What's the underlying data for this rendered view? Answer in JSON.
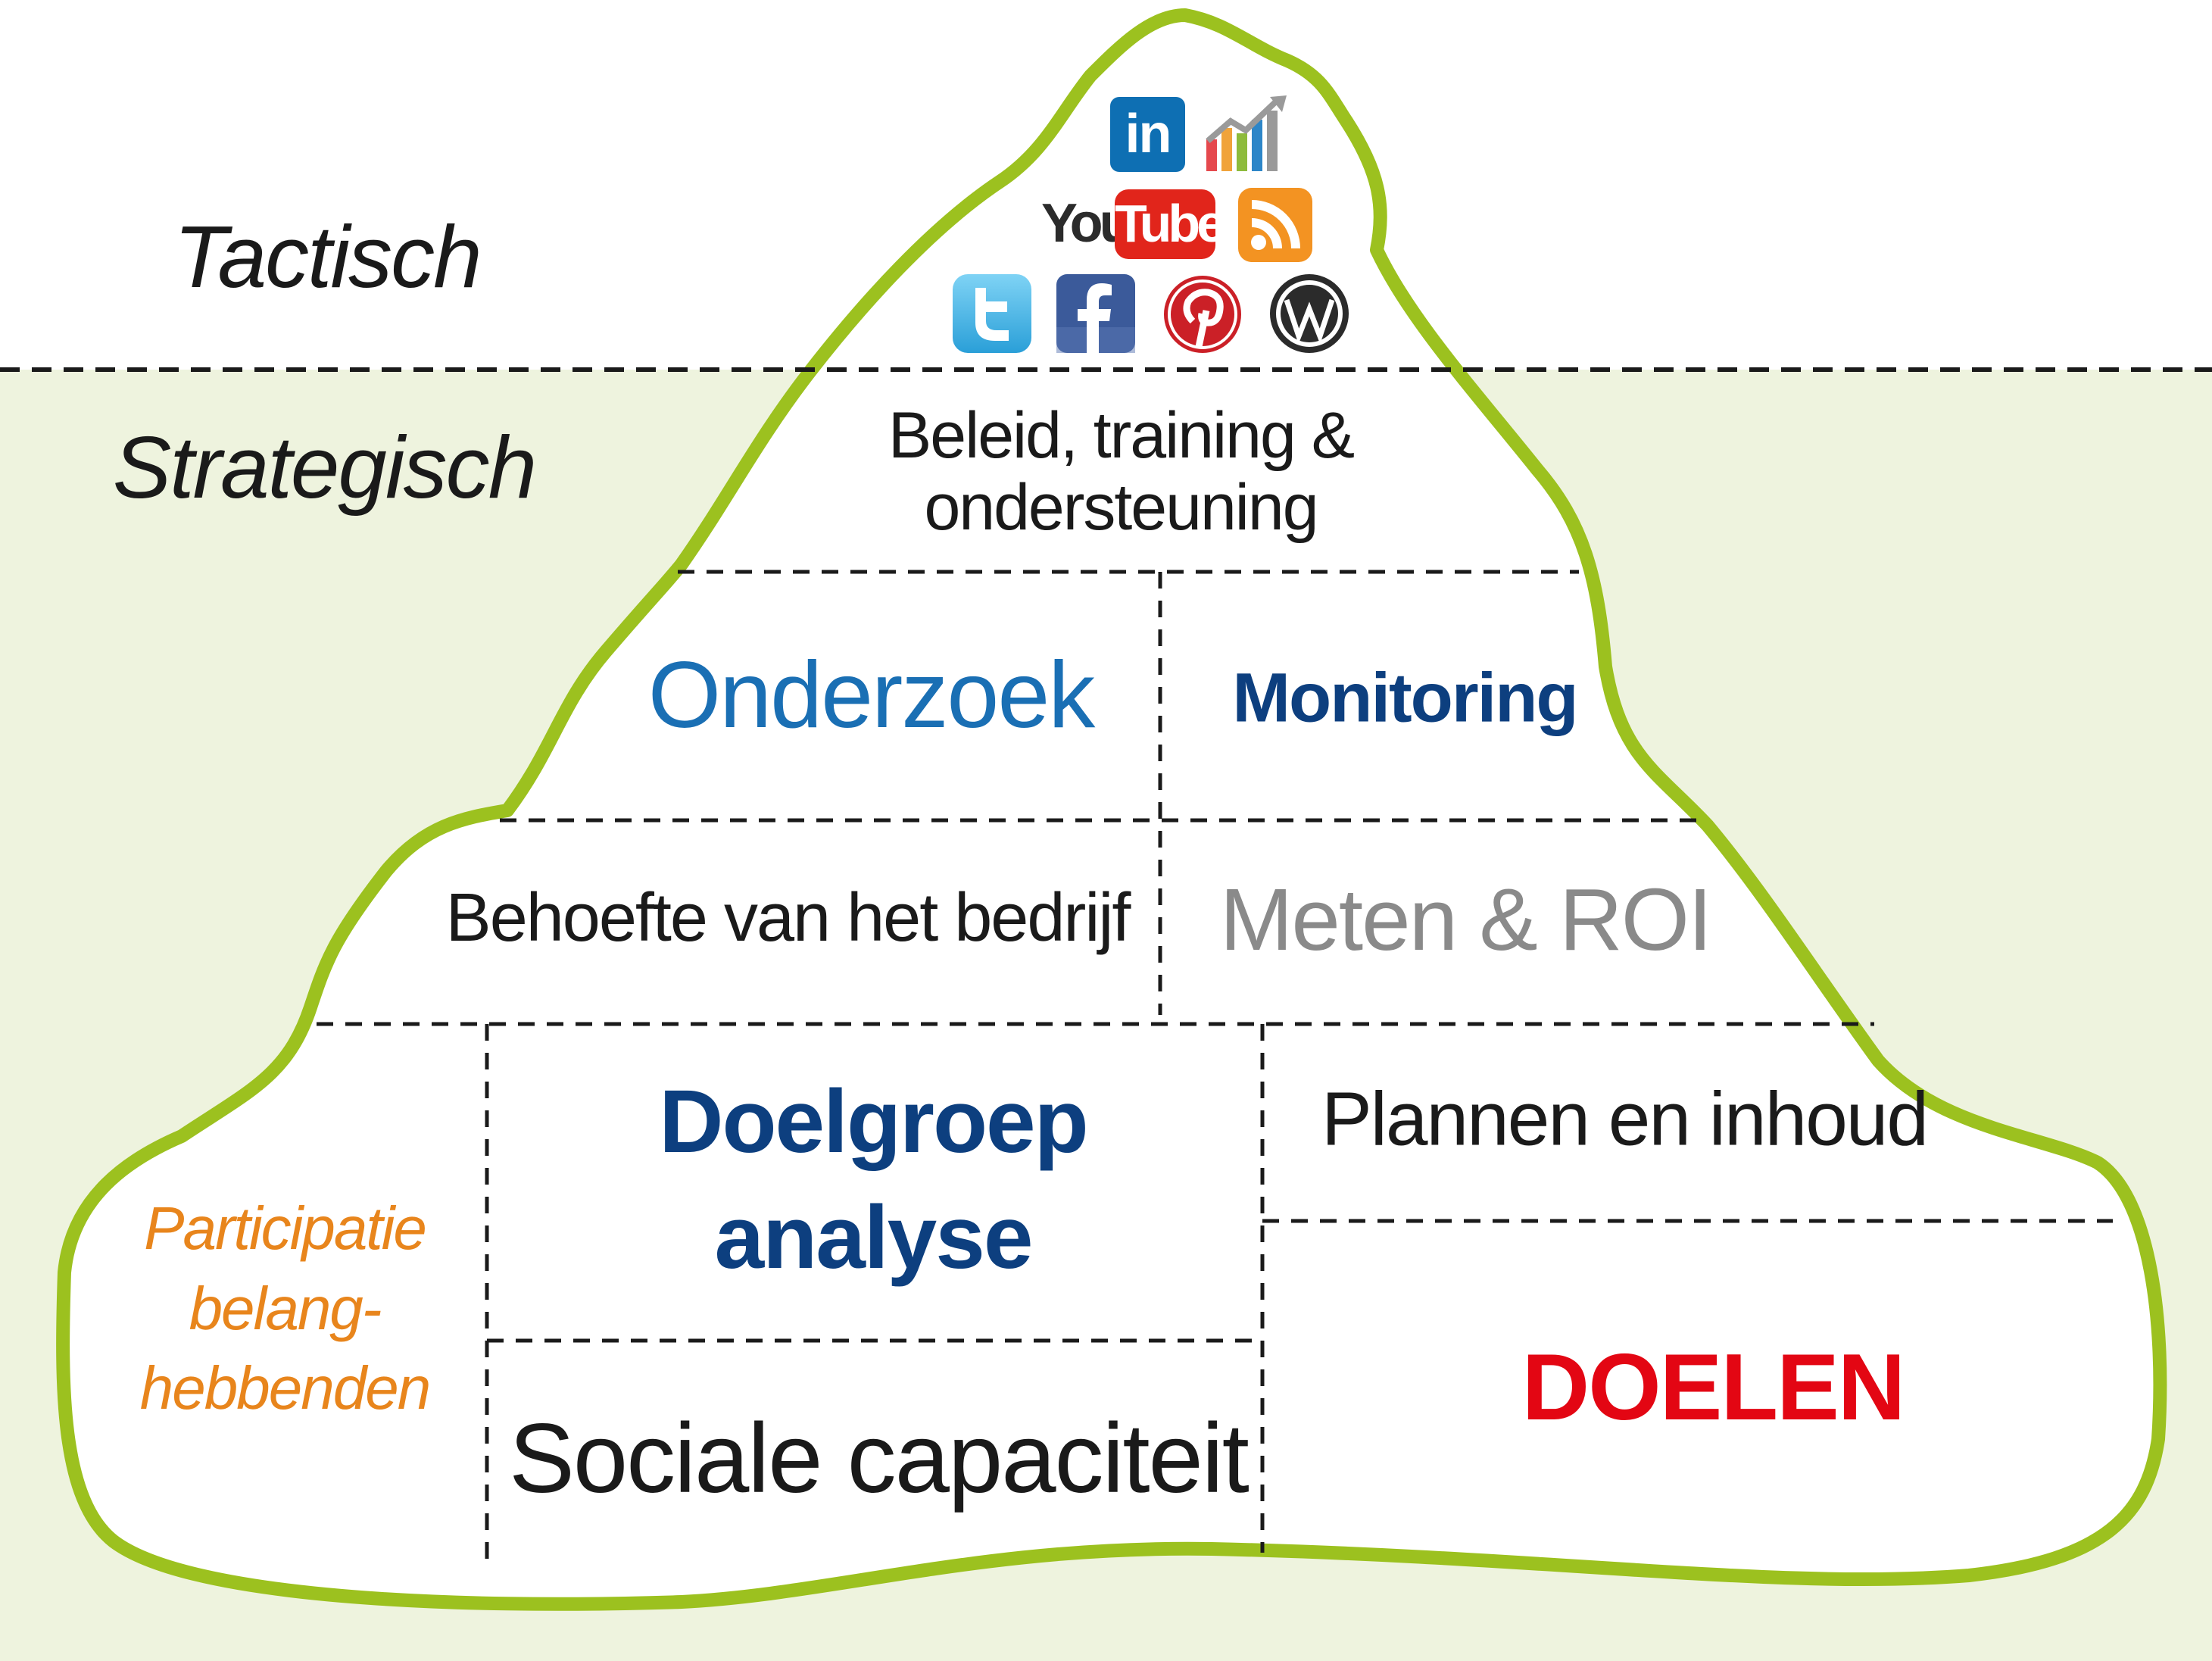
{
  "labels": {
    "tactisch": "Tactisch",
    "strategisch": "Strategisch",
    "beleid_line1": "Beleid, training &",
    "beleid_line2": "ondersteuning",
    "onderzoek": "Onderzoek",
    "monitoring": "Monitoring",
    "behoefte": "Behoefte van het bedrijf",
    "meten": "Meten & ROI",
    "doelgroep_line1": "Doelgroep",
    "doelgroep_line2": "analyse",
    "plannen": "Plannen en inhoud",
    "participatie_line1": "Participatie",
    "participatie_line2": "belang-",
    "participatie_line3": "hebbenden",
    "sociale": "Sociale capaciteit",
    "doelen": "DOELEN"
  },
  "icons": {
    "linkedin": "in",
    "youtube_you": "You",
    "youtube_tube": "Tube",
    "items": [
      "linkedin-icon",
      "chart-icon",
      "youtube-icon",
      "rss-icon",
      "twitter-icon",
      "facebook-icon",
      "pinterest-icon",
      "wordpress-icon"
    ]
  },
  "colors": {
    "outline": "#9cc11f",
    "lower_background": "#eef3de",
    "blue_medium": "#1a6fb4",
    "blue_dark": "#0d3f7f",
    "grey": "#8a8a8a",
    "orange": "#e8851c",
    "red": "#e30613",
    "black": "#1a1a1a"
  }
}
